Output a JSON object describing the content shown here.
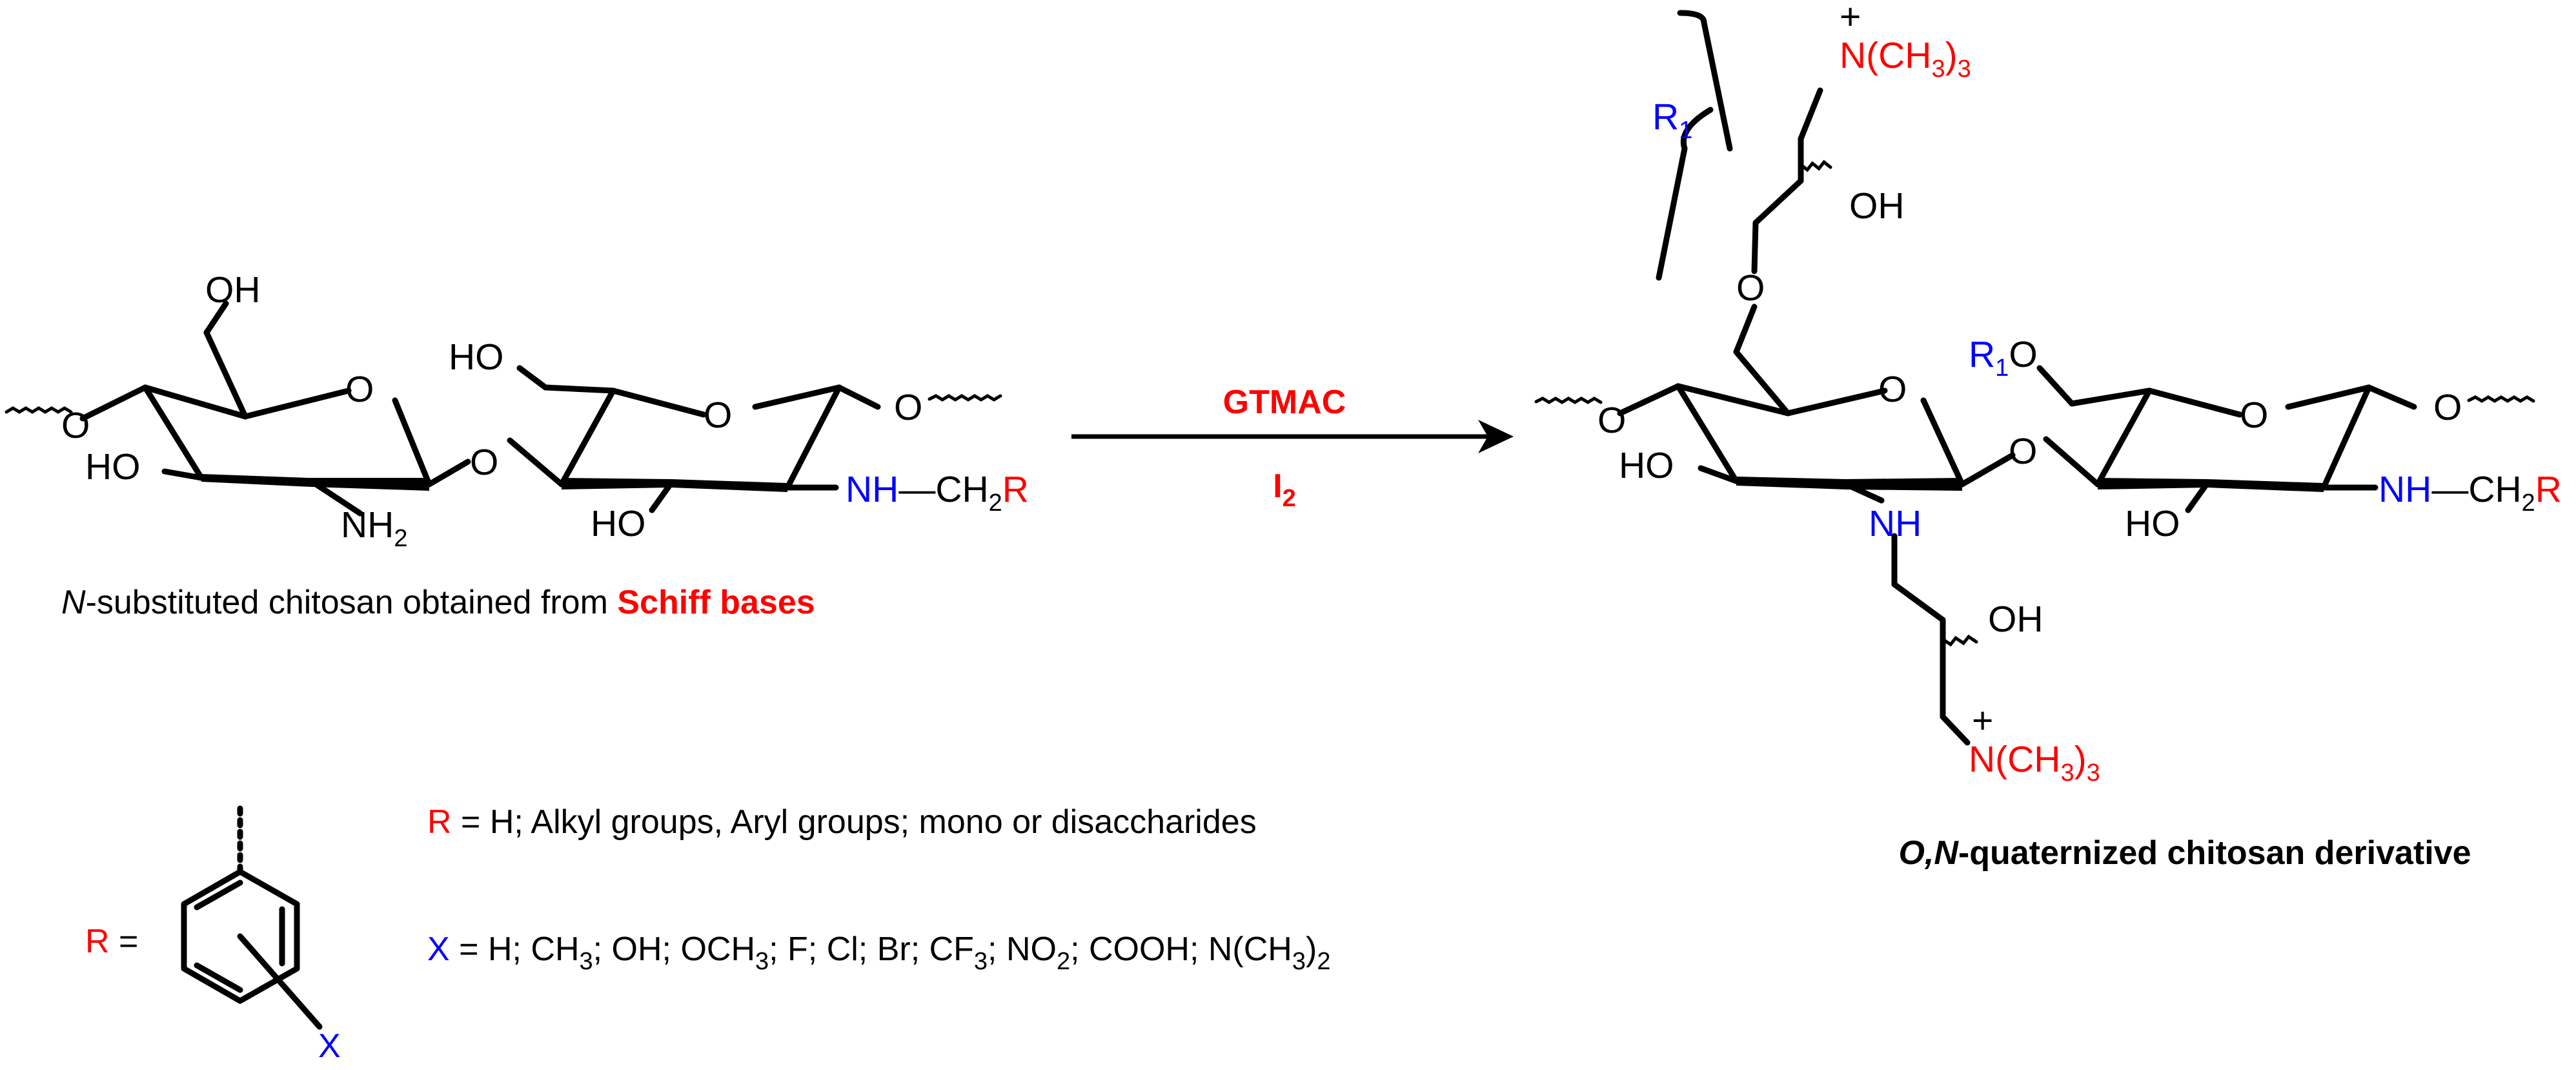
{
  "colors": {
    "black": "#000000",
    "red": "#ff0000",
    "blue": "#0000ff"
  },
  "atoms": {
    "OH": "OH",
    "HO": "HO",
    "O": "O",
    "NH": "NH",
    "NH2": "NH",
    "sub2": "2",
    "sub3": "3",
    "sub1": "1",
    "CH2": "CH",
    "R": "R",
    "R1": "R",
    "NMe3": "N(CH",
    "close": ")",
    "plus": "+",
    "dash": "—"
  },
  "reaction": {
    "reagent": "GTMAC",
    "catalyst": "I",
    "catalyst_sub": "2"
  },
  "captions": {
    "left_italic": "N",
    "left_rest": "-substituted chitosan obtained from ",
    "left_red": "Schiff bases",
    "right_italic": "O,N",
    "right_rest": "-quaternized chitosan derivative"
  },
  "legend": {
    "r_label": "R",
    "r_eq": " = H; Alkyl groups, Aryl groups; mono or disaccharides",
    "r2_label": "R",
    "r2_eq": " =",
    "x_label": "X",
    "x_eq_a": " = H; CH",
    "x_eq_b": "; OH; OCH",
    "x_eq_c": "; F; Cl; Br; CF",
    "x_eq_d": "; NO",
    "x_eq_e": "; COOH; N(CH",
    "x_eq_f": ")",
    "x_ring": "X"
  }
}
